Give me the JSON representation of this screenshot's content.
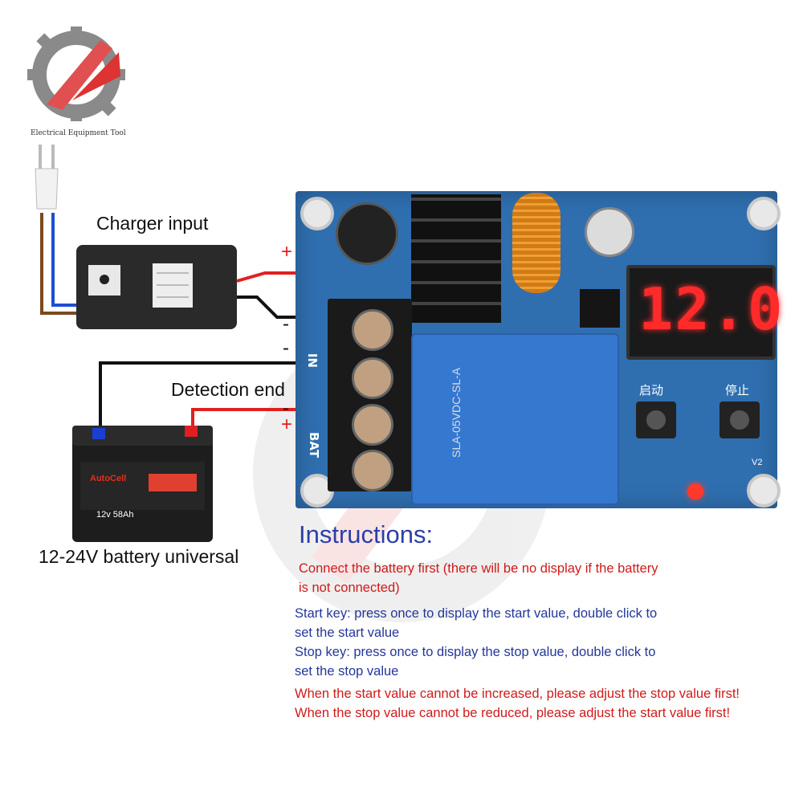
{
  "brand": {
    "text": "Electrical Equipment Tool"
  },
  "labels": {
    "charger_input": "Charger input",
    "detection_end": "Detection end",
    "battery": "12-24V battery universal"
  },
  "board": {
    "display": "12.0",
    "start_key": "启动",
    "stop_key": "停止",
    "terminals_in": "IN",
    "terminals_bat": "BAT",
    "relay_text": "SLA-05VDC-SL-A",
    "version": "V2",
    "wire_plus": "+",
    "wire_minus": "-"
  },
  "battery_label": {
    "brand": "AutoCell",
    "spec": "12v 58Ah"
  },
  "instructions": {
    "title": "Instructions:",
    "line1": "Connect the battery first (there will be no display if the battery",
    "line1b": "is not connected)",
    "line2": "Start key: press once to display the start value, double click to",
    "line2b": "set the start value",
    "line3": "Stop key: press once to display the stop value, double click to",
    "line3b": "set the stop value",
    "line4": "When the start value cannot be increased, please adjust the stop value first!",
    "line5": "When the stop value cannot be reduced, please adjust the start value first!"
  },
  "colors": {
    "pcb": "#2f6fb0",
    "display_red": "#ff2a2a",
    "wire_red": "#e02020",
    "instr_red": "#d01a1a",
    "instr_blue": "#23379a"
  }
}
